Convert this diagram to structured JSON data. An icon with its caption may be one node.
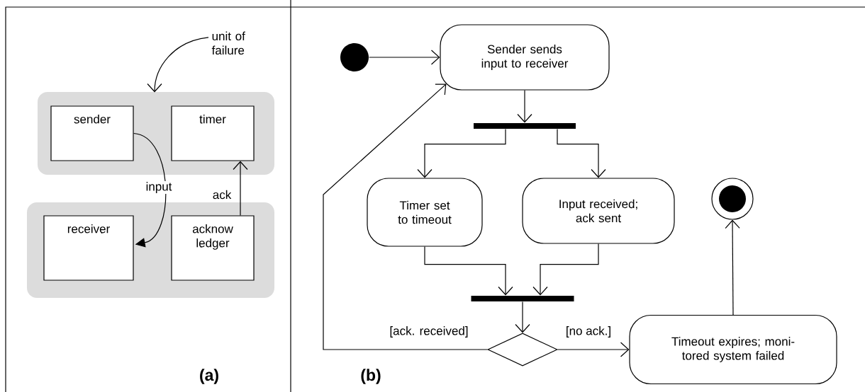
{
  "diagram": {
    "nodes": [
      {
        "text": [],
        "shape": "box"
      },
      {
        "text": [
          "sender"
        ],
        "in": 0
      },
      {
        "text": [
          "timer"
        ],
        "in": 0
      },
      {
        "text": [],
        "shape": "box"
      },
      {
        "text": [
          "receiver"
        ],
        "in": 3
      },
      {
        "text": [
          "acknow ledger"
        ],
        "in": 3
      },
      {
        "text": [
          "unit of failure"
        ]
      },
      {
        "text": [],
        "shape": "circle"
      },
      {
        "text": [
          "Sender sends input to receiver"
        ]
      },
      {
        "text": [],
        "shape": "bar"
      },
      {
        "text": [
          "Timer set to timeout"
        ]
      },
      {
        "text": [
          "Input received; ack sent"
        ]
      },
      {
        "text": [],
        "shape": "bar"
      },
      {
        "text": [],
        "shape": "diamond"
      },
      {
        "text": [
          "Timeout expires; moni- tored system failed"
        ]
      },
      {
        "text": [],
        "shape": "circle"
      }
    ],
    "edges": [
      {
        "from": 6,
        "to": 0,
        "arrow": "to"
      },
      {
        "from": 1,
        "to": 4,
        "arrow": "to",
        "label": "input"
      },
      {
        "from": 5,
        "to": 2,
        "arrow": "to",
        "label": "ack"
      },
      {
        "from": 7,
        "to": 8,
        "arrow": "to"
      },
      {
        "from": 8,
        "to": 9,
        "arrow": "to"
      },
      {
        "from": 9,
        "to": 10,
        "arrow": "to"
      },
      {
        "from": 9,
        "to": 11,
        "arrow": "to"
      },
      {
        "from": 10,
        "to": 12,
        "arrow": "to"
      },
      {
        "from": 11,
        "to": 12,
        "arrow": "to"
      },
      {
        "from": 12,
        "to": 13,
        "arrow": "to"
      },
      {
        "from": 13,
        "to": 8,
        "arrow": "to",
        "label": "[ack. received]"
      },
      {
        "from": 13,
        "to": 14,
        "arrow": "to",
        "label": "[no ack.]"
      },
      {
        "from": 14,
        "to": 15,
        "arrow": "to"
      }
    ],
    "labels": [
      "(a)",
      "(b)"
    ]
  }
}
